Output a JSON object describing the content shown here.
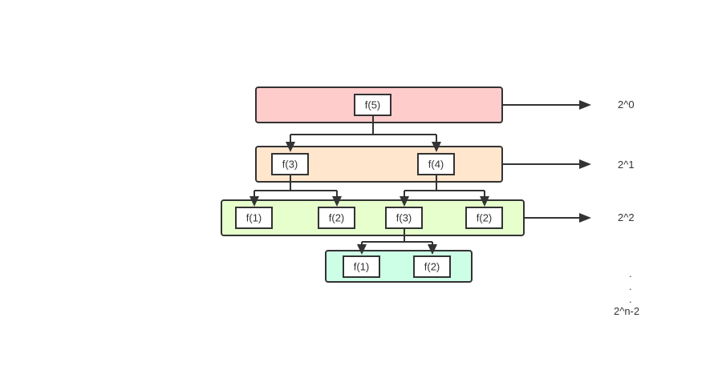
{
  "colors": {
    "level0": "#ffcccc",
    "level1": "#ffe6cc",
    "level2": "#e6ffcc",
    "level3": "#ccffe6",
    "stroke": "#333333"
  },
  "levels": [
    {
      "nodes": [
        "f(5)"
      ],
      "count": "2^0"
    },
    {
      "nodes": [
        "f(3)",
        "f(4)"
      ],
      "count": "2^1"
    },
    {
      "nodes": [
        "f(1)",
        "f(2)",
        "f(3)",
        "f(2)"
      ],
      "count": "2^2"
    },
    {
      "nodes": [
        "f(1)",
        "f(2)"
      ],
      "count": ""
    }
  ],
  "ellipsis": [
    ".",
    ".",
    "."
  ],
  "final_count": "2^n-2"
}
